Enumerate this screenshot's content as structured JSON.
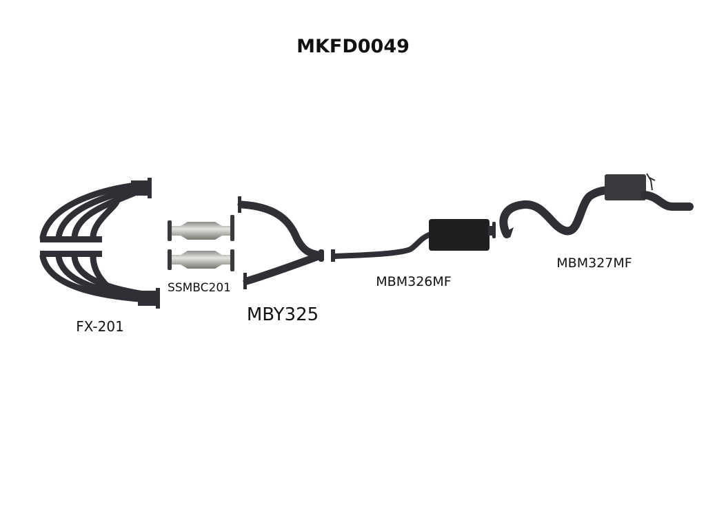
{
  "title": "MKFD0049",
  "parts": [
    {
      "code": "FX-201"
    },
    {
      "code": "SSMBC201"
    },
    {
      "code": "MBY325"
    },
    {
      "code": "MBM326MF"
    },
    {
      "code": "MBM327MF"
    }
  ],
  "colors": {
    "pipe": "#2f2f35",
    "converter": "#b9b9b4",
    "background": "#ffffff"
  }
}
